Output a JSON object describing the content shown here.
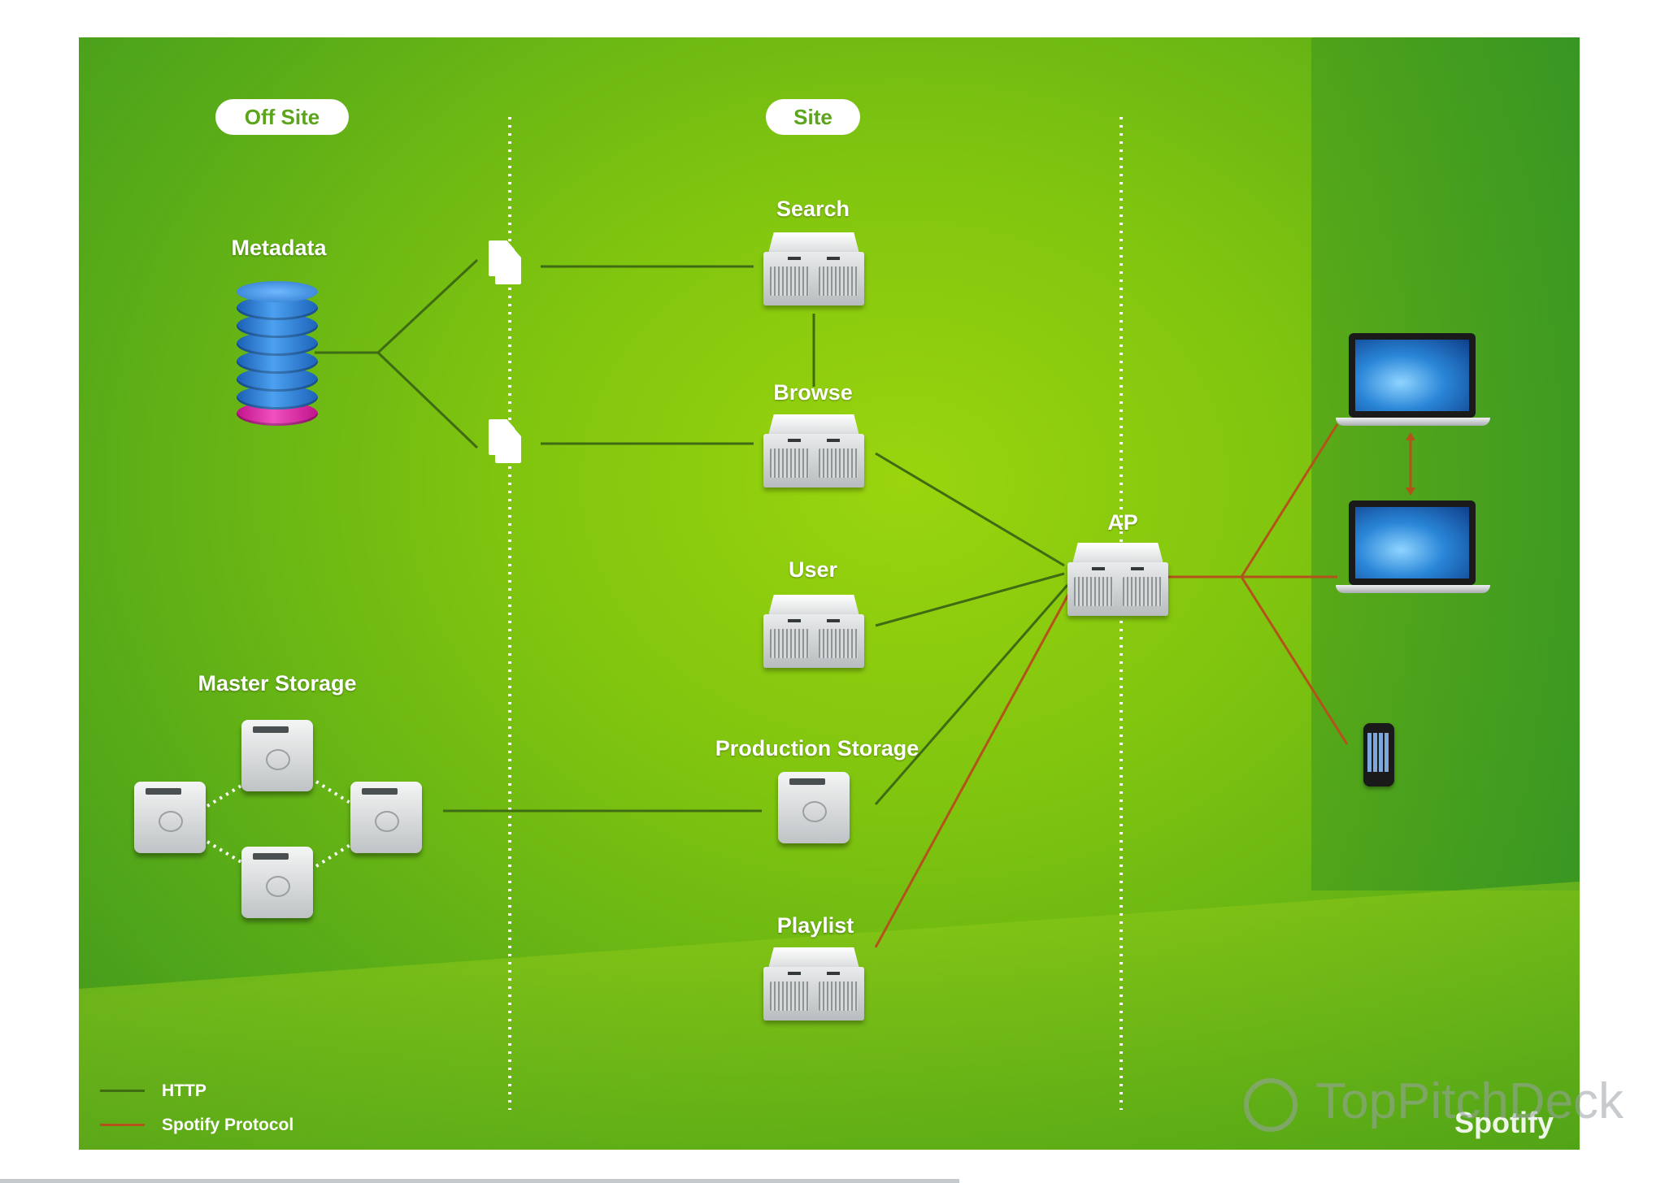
{
  "zones": {
    "off_site": "Off Site",
    "site": "Site"
  },
  "nodes": {
    "metadata": "Metadata",
    "master_storage": "Master Storage",
    "search": "Search",
    "browse": "Browse",
    "user": "User",
    "production_storage": "Production Storage",
    "playlist": "Playlist",
    "ap": "AP"
  },
  "legend": {
    "http": {
      "label": "HTTP",
      "color": "#3f6b12"
    },
    "spotify_protocol": {
      "label": "Spotify Protocol",
      "color": "#b5521c"
    }
  },
  "brand": "Spotify",
  "watermark": "TopPitchDeck",
  "colors": {
    "background": "#7fc40f",
    "pill_text": "#5aa51a"
  }
}
